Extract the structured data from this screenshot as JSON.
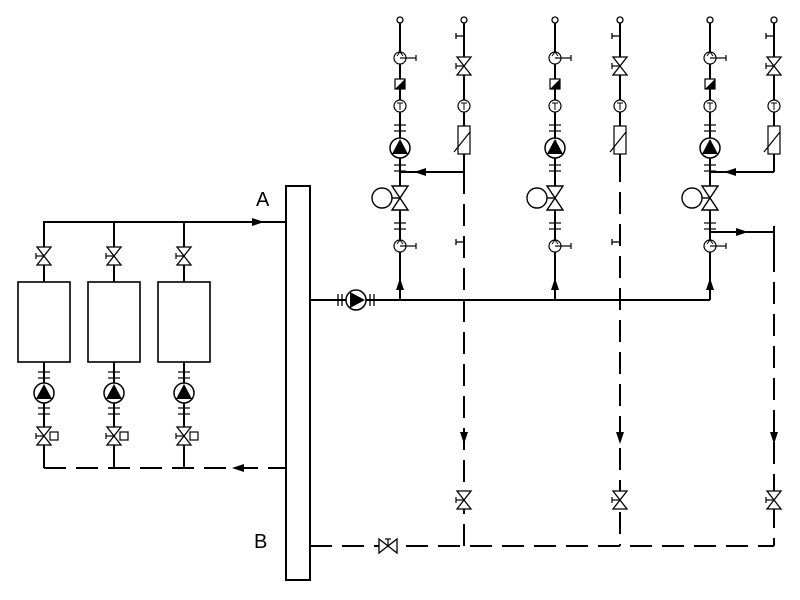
{
  "diagram": {
    "labels": {
      "supply": "A",
      "return": "B"
    },
    "colors": {
      "line": "#000000",
      "background": "#ffffff"
    },
    "symbols": [
      "valve-icon",
      "pump-icon",
      "thermometer-icon",
      "actuator-icon",
      "flow-arrow-icon"
    ],
    "loops": 3,
    "boilers": 3
  }
}
